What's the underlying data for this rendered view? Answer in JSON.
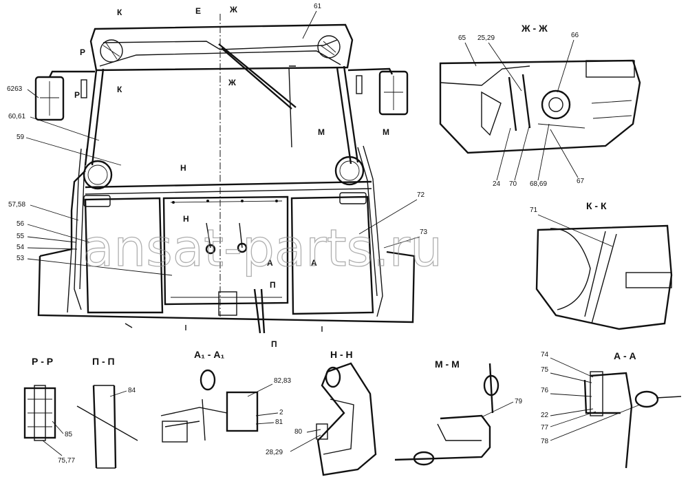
{
  "main_view": {
    "cut_marks": [
      "К",
      "Е",
      "Ж",
      "Р",
      "Р",
      "К",
      "Ж",
      "М",
      "М",
      "Н",
      "Н",
      "А",
      "А",
      "П",
      "П"
    ],
    "callouts": [
      "6263",
      "60,61",
      "59",
      "57,58",
      "56",
      "55",
      "54",
      "53",
      "72",
      "73",
      "61"
    ]
  },
  "section_zh": {
    "title": "Ж - Ж",
    "callouts": [
      "65",
      "25,29",
      "66",
      "24",
      "70",
      "68,69",
      "67"
    ]
  },
  "section_k": {
    "title": "К - К",
    "callouts": [
      "71"
    ]
  },
  "section_r": {
    "title": "Р - Р",
    "callouts": [
      "85",
      "75,77"
    ]
  },
  "section_p": {
    "title": "П - П",
    "callouts": [
      "84"
    ]
  },
  "section_a1": {
    "title": "А₁ - А₁",
    "callouts": [
      "82,83",
      "2",
      "81"
    ]
  },
  "section_n": {
    "title": "Н - Н",
    "callouts": [
      "80",
      "28,29"
    ]
  },
  "section_m": {
    "title": "М - М",
    "callouts": [
      "79"
    ]
  },
  "section_a": {
    "title": "А - А",
    "callouts": [
      "74",
      "75",
      "76",
      "22",
      "77",
      "78"
    ]
  },
  "watermark": "ansat-parts.ru"
}
